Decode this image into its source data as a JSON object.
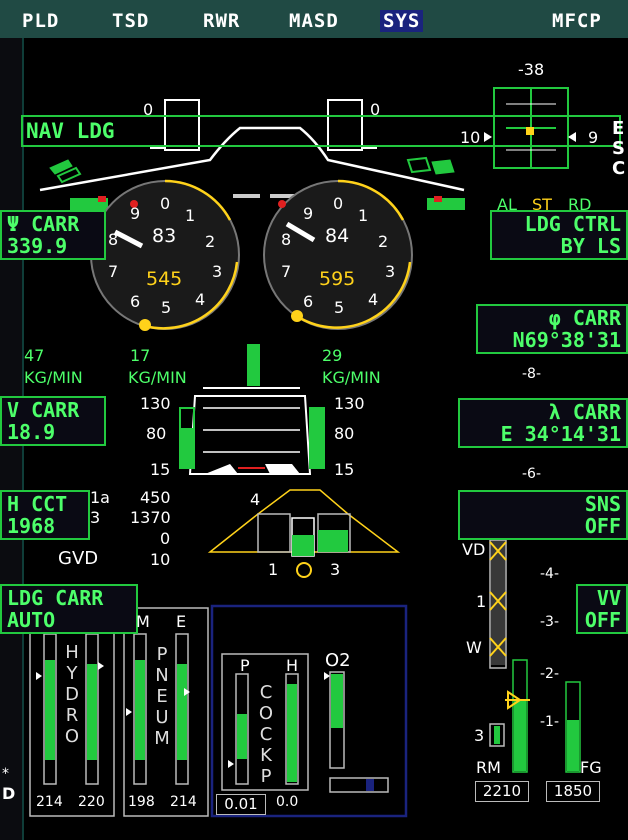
{
  "tabs": [
    "PLD",
    "TSD",
    "RWR",
    "MASD",
    "SYS",
    "MFCP"
  ],
  "nav": {
    "label": "NAV LDG"
  },
  "right_edge_letters": [
    "E",
    "S",
    "C"
  ],
  "attitude": {
    "top_value": "-38",
    "left_value": "10",
    "right_value": "9"
  },
  "mode_row": {
    "al": "AL",
    "st": "ST",
    "rd": "RD"
  },
  "gauges": {
    "left": {
      "center_value": "83",
      "bottom_value": "545"
    },
    "right": {
      "center_value": "84",
      "bottom_value": "595"
    },
    "dial_numbers": [
      "0",
      "1",
      "2",
      "3",
      "4",
      "5",
      "6",
      "7",
      "8",
      "9"
    ]
  },
  "left_boxes": {
    "psi_carr": {
      "label": "Ψ CARR",
      "value": "339.9"
    },
    "v_carr": {
      "label": "V CARR",
      "value": "18.9"
    },
    "h_cct": {
      "label": "H CCT",
      "value": "1968"
    },
    "ldg_carr": {
      "label": "LDG CARR",
      "value": "AUTO"
    }
  },
  "right_boxes": {
    "ldg_ctrl": {
      "line1": "LDG CTRL",
      "line2": "BY LS"
    },
    "phi_carr": {
      "label": "φ CARR",
      "value": "N69°38'31"
    },
    "lambda_carr": {
      "label": "λ CARR",
      "value": "E 34°14'31"
    },
    "sns": {
      "label": "SNS",
      "value": "OFF"
    },
    "vv": {
      "label": "VV",
      "value": "OFF"
    }
  },
  "fuel_flow": {
    "left": {
      "value": "47",
      "unit": "KG/MIN"
    },
    "center": {
      "value": "17",
      "unit": "KG/MIN"
    },
    "right": {
      "value": "29",
      "unit": "KG/MIN"
    }
  },
  "engine_scale": {
    "ticks": [
      "130",
      "80",
      "15"
    ]
  },
  "readouts": {
    "rows": [
      "450",
      "1370",
      "0",
      "10"
    ],
    "left_labels": [
      "1a",
      "3"
    ],
    "gvd": "GVD"
  },
  "gear": {
    "top": "4",
    "left": "1",
    "right": "3"
  },
  "tape": {
    "labels": [
      "-8-",
      "-6-",
      "-4-",
      "-3-",
      "-2-",
      "-1-"
    ],
    "markers": [
      "VD",
      "1",
      "W"
    ],
    "rm_label": "RM",
    "fg_label": "FG",
    "rm_value": "2210",
    "fg_value": "1850",
    "small_value": "3"
  },
  "hydro": {
    "title_letters": [
      "H",
      "Y",
      "D",
      "R",
      "O"
    ],
    "values": [
      "214",
      "220"
    ]
  },
  "pneum": {
    "header": [
      "M",
      "E"
    ],
    "title_letters": [
      "P",
      "N",
      "E",
      "U",
      "M"
    ],
    "values": [
      "198",
      "214"
    ]
  },
  "cockp": {
    "header": [
      "P",
      "H"
    ],
    "title_letters": [
      "C",
      "O",
      "C",
      "K",
      "P"
    ],
    "values": [
      "0.01",
      "0.0"
    ]
  },
  "o2": {
    "label": "O2"
  },
  "corner": {
    "symbol": "*",
    "letter": "D"
  }
}
